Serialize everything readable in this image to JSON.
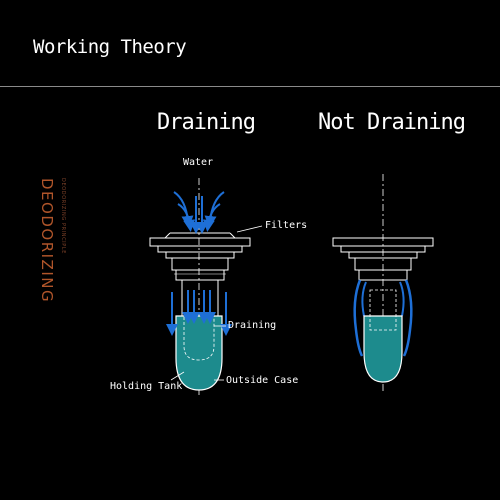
{
  "header": {
    "title": "Working Theory"
  },
  "side_label": {
    "main": "DEODORIZING",
    "sub": "DEODORIZING PRINCIPLE"
  },
  "panels": {
    "left": {
      "heading": "Draining",
      "labels": {
        "water": "Water",
        "filters": "Filters",
        "draining": "Draining",
        "holding_tank": "Holding Tank",
        "outside_case": "Outside Case"
      }
    },
    "right": {
      "heading": "Not Draining"
    }
  },
  "colors": {
    "background": "#000000",
    "water": "#1e6fd6",
    "tank_fill": "#1d8b8d",
    "accent": "#b0552a",
    "outline": "#ffffff"
  }
}
